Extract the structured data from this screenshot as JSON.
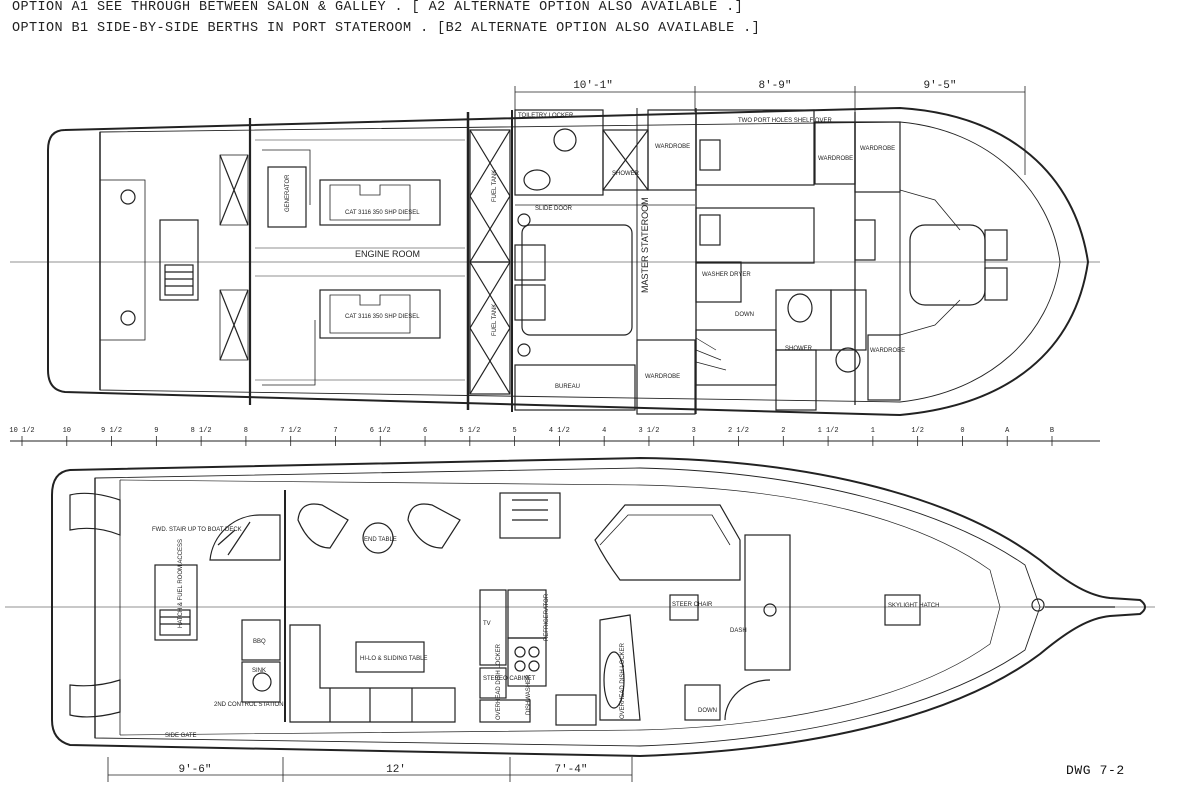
{
  "notes": {
    "option_a": "OPTION A1 SEE THROUGH BETWEEN SALON & GALLEY . [ A2 ALTERNATE OPTION ALSO AVAILABLE .]",
    "option_b": "OPTION B1 SIDE-BY-SIDE BERTHS IN PORT STATEROOM . [B2 ALTERNATE OPTION ALSO AVAILABLE .]"
  },
  "lower_deck": {
    "dimensions": [
      "10'-1\"",
      "8'-9\"",
      "9'-5\""
    ],
    "labels": {
      "engine_room": "ENGINE ROOM",
      "master_stateroom": "MASTER STATEROOM",
      "engine_spec_1": "CAT 3116 350 SHP DIESEL",
      "engine_spec_2": "CAT 3116 350 SHP DIESEL",
      "fuel_tank_1": "FUEL TANK",
      "fuel_tank_2": "FUEL TANK",
      "generator": "GENERATOR",
      "slide_door": "SLIDE DOOR",
      "bureau": "BUREAU",
      "wardrobe_1": "WARDROBE",
      "wardrobe_2": "WARDROBE",
      "wardrobe_3": "WARDROBE",
      "wardrobe_4": "WARDROBE",
      "wardrobe_5": "WARDROBE",
      "shower_1": "SHOWER",
      "shower_2": "SHOWER",
      "two_port_holes": "TWO PORT HOLES SHELF OVER",
      "washer": "WASHER DRYER",
      "down": "DOWN",
      "head_locker": "TOILETRY LOCKER"
    }
  },
  "station_scale": [
    "10 1/2",
    "10",
    "9 1/2",
    "9",
    "8 1/2",
    "8",
    "7 1/2",
    "7",
    "6 1/2",
    "6",
    "5 1/2",
    "5",
    "4 1/2",
    "4",
    "3 1/2",
    "3",
    "2 1/2",
    "2",
    "1 1/2",
    "1",
    "1/2",
    "0",
    "A",
    "B"
  ],
  "main_deck": {
    "dimensions": [
      "9'-6\"",
      "12'",
      "7'-4\""
    ],
    "labels": {
      "fwd_stair": "FWD. STAIR UP TO BOAT DECK",
      "end_table": "END TABLE",
      "hi_lo_table": "HI-LO & SLIDING TABLE",
      "bbq": "BBQ",
      "sink": "SINK",
      "second_control": "2ND CONTROL STATION",
      "side_gate": "SIDE GATE",
      "hatch": "HATCH & FUEL ROOM ACCESS",
      "refrigerator": "REFRIGERATOR",
      "stereo_cabinet": "STEREO CABINET",
      "dishwasher": "DISHWASHER",
      "overhead_dish_locker": "OVERHEAD DISH LOCKER",
      "overhead_dish_locker_2": "OVERHEAD DISH LOCKER",
      "steer_chair": "STEER CHAIR",
      "skylight_hatch": "SKYLIGHT HATCH",
      "down": "DOWN",
      "dash": "DASH",
      "tv": "TV"
    }
  },
  "drawing_number": "DWG 7-2"
}
